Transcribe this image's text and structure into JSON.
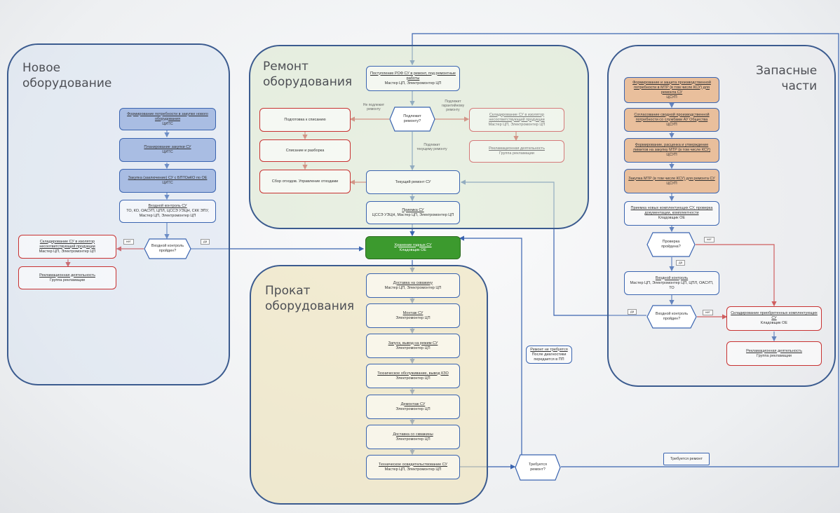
{
  "zones": {
    "new": {
      "title": "Новое\nоборудование"
    },
    "repair": {
      "title": "Ремонт\nоборудования"
    },
    "parts": {
      "title": "Запасные\nчасти"
    },
    "rent": {
      "title": "Прокат\nоборудования"
    }
  },
  "new_eq": {
    "b1": {
      "title": "Формирование потребности в закупке нового оборудования",
      "sub": "ЦИТС"
    },
    "b2": {
      "title": "Планирование закупки СУ",
      "sub": "ЦИТС"
    },
    "b3": {
      "title": "Закупка (заключение) СУ с БПТОиКО по ОЕ",
      "sub": "ЦИТС"
    },
    "b4": {
      "title": "Входной контроль СУ",
      "sub": "ТО, КО, ОАСУП, ЦПЛ, ЦССЭ УЭЦН, СКК ЭПУ, Мастер ЦП, Электромонтер ЦП"
    },
    "hex": "Входной контроль пройден?",
    "no": "нет",
    "yes": "да",
    "r1": {
      "title": "Складирование СУ в изолятор несоответствующей продукции",
      "sub": "Мастер ЦП, Электромонтер ЦП"
    },
    "r2": {
      "title": "Рекламационная деятельность",
      "sub": "Группа рекламации"
    }
  },
  "repair": {
    "b1": {
      "title": "Поступление РОФ СУ в ремонт, под ремонтные работы",
      "sub": "Мастер ЦП, Электромонтер ЦП"
    },
    "hex": "Подлежит ремонту?",
    "lab_no": "Не подлежит ремонту",
    "lab_yes": "Подлежит гарантийному ремонту",
    "lab_cur": "Подлежит текущему ремонту",
    "r1": "Подготовка к списанию",
    "r2": "Списание и разборка",
    "r3": "Сбор отходов. Управление отходами",
    "w1": {
      "title": "Складирование СУ в изолятор несоответствующей продукции",
      "sub": "Мастер ЦП, Электромонтер ЦП"
    },
    "w2": {
      "title": "Рекламационная деятельность",
      "sub": "Группа рекламации"
    },
    "b2": "Текущий ремонт СУ",
    "b3": {
      "title": "Приемка СУ",
      "sub": "ЦССЭ УЭЦН, Мастер ЦП, Электромонтер ЦП"
    }
  },
  "center": {
    "title": "Хранение годных СУ",
    "sub": "Кладовщик ОЕ"
  },
  "rent": {
    "b1": {
      "title": "Доставка на скважину",
      "sub": "Мастер ЦП, Электромонтер ЦП"
    },
    "b2": {
      "title": "Монтаж СУ",
      "sub": "Электромонтер ЦП"
    },
    "b3": {
      "title": "Запуск, вывод на режим СУ",
      "sub": "Электромонтер ЦП"
    },
    "b4": {
      "title": "Техническое обслуживание, вывод КЗО",
      "sub": "Электромонтер ЦП"
    },
    "b5": {
      "title": "Демонтаж СУ",
      "sub": "Электромонтер ЦП"
    },
    "b6": {
      "title": "Доставка со скважины",
      "sub": "Электромонтер ЦП"
    },
    "b7": {
      "title": "Техническое освидетельствование СУ",
      "sub": "Мастер ЦП, Электромонтер ЦП"
    },
    "hex": "Требуется ремонт?",
    "note1": {
      "title": "Ремонт не требуется",
      "sub": "После диагностики передается в ПП"
    },
    "note2": "Требуется ремонт"
  },
  "parts": {
    "b1": {
      "title": "Формирование и защита производственной потребности в МТР (в том числе КСУ) для ремонта СУ",
      "sub": "ЦСУП"
    },
    "b2": {
      "title": "Согласование сводной производственной потребности со службами АУ Общества",
      "sub": "ЦСУП"
    },
    "b3": {
      "title": "Формирование, расценка и утверждение лимитов на закупку МТР (в том числе КСУ)",
      "sub": "ЦСУП"
    },
    "b4": {
      "title": "Закупка МТР (в том числе КСУ) для ремонта СУ",
      "sub": "ЦСУП"
    },
    "b5": {
      "title": "Приемка новых комплектующих СУ, проверка документации, комплектности",
      "sub": "Кладовщик ОЕ"
    },
    "hex1": "Проверка пройдена?",
    "no1": "нет",
    "yes1": "да",
    "b6": {
      "title": "Входной контроль",
      "sub": "Мастер ЦП, Электромонтер ЦП, ЦПЛ, ОАСУП, ТО"
    },
    "hex2": "Входной контроль пройден?",
    "yes2": "да",
    "no2": "нет",
    "r1": {
      "title": "Складирование приобретенных комплектующих СУ",
      "sub": "Кладовщик ОЕ"
    },
    "r2": {
      "title": "Рекламационная деятельность",
      "sub": "Группа рекламации"
    }
  }
}
